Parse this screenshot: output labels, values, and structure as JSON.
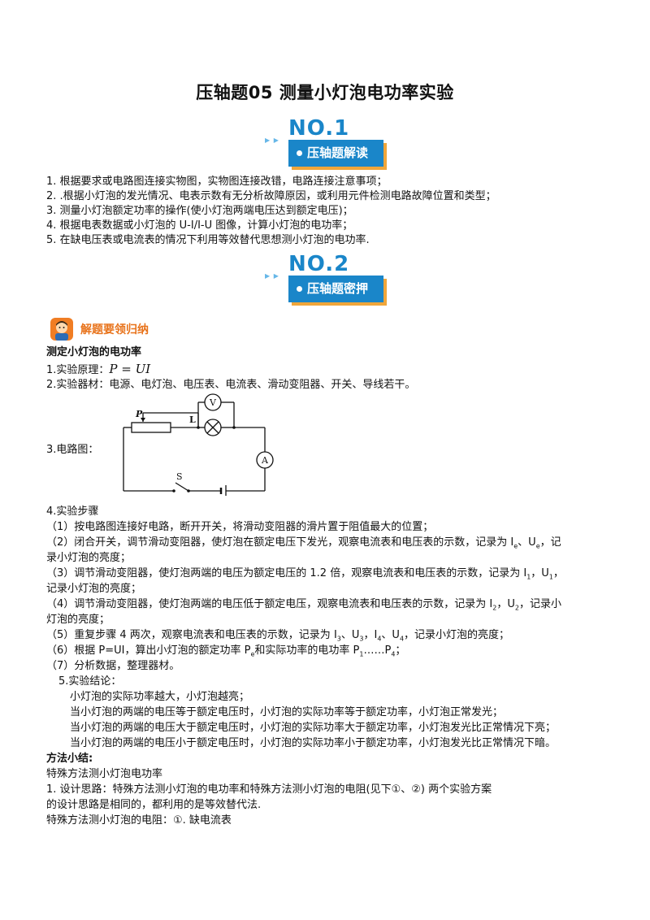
{
  "title": "压轴题05  测量小灯泡电功率实验",
  "badge1": {
    "no": "NO.1",
    "label": "压轴题解读"
  },
  "badge2": {
    "no": "NO.2",
    "label": "压轴题密押"
  },
  "arrows": "▶ ▶",
  "reading": [
    "1.   根据要求或电路图连接实物图，实物图连接改错，电路连接注意事项；",
    "2.   .根据小灯泡的发光情况、电表示数有无分析故障原因，或利用元件检测电路故障位置和类型；",
    "3.   测量小灯泡额定功率的操作(使小灯泡两端电压达到额定电压)；",
    "4.   根据电表数据或小灯泡的 U-I/I-U 图像，计算小灯泡的电功率；",
    "5.   在缺电压表或电流表的情况下利用等效替代思想测小灯泡的电功率."
  ],
  "section_label": "解题要领归纳",
  "subtitle": "测定小灯泡的电功率",
  "principle_label": "1.实验原理：",
  "principle_formula": "P = UI",
  "materials": "2.实验器材：电源、电灯泡、电压表、电流表、滑动变阻器、开关、导线若干。",
  "circuit_label": "3.电路图：",
  "circuit": {
    "p": "P",
    "l": "L",
    "v": "V",
    "a": "A",
    "s": "S"
  },
  "steps_title": "4.实验步骤",
  "steps": [
    "（1）按电路图连接好电路，断开开关，将滑动变阻器的滑片置于阻值最大的位置；",
    "（2）闭合开关，调节滑动变阻器，使灯泡在额定电压下发光，观察电流表和电压表的示数，记录为 I",
    "录小灯泡的亮度；",
    "（3）调节滑动变阻器，使灯泡两端的电压为额定电压的 1.2 倍，观察电流表和电压表的示数，记录为 I",
    "记录小灯泡的亮度；",
    "（4）调节滑动变阻器，使灯泡两端的电压低于额定电压，观察电流表和电压表的示数，记录为 I",
    "灯泡的亮度；",
    "（5）重复步骤 4 两次，观察电流表和电压表的示数，记录为 I",
    "（6）根据 P=UI，算出小灯泡的额定功率 P",
    "（7）分析数据，整理器材。"
  ],
  "step_tails": {
    "s2": "、U",
    "s2b": "，记",
    "s3": "，U",
    "s3b": "，",
    "s4": "，U",
    "s4b": "，记录小",
    "s5a": "、U",
    "s5b": "，I",
    "s5c": "、U",
    "s5d": "，记录小灯泡的亮度；",
    "s6a": "和实际功率的电功率 P",
    "s6b": "……P",
    "s6c": "；"
  },
  "subs": {
    "e": "e",
    "one": "1",
    "two": "2",
    "three": "3",
    "four": "4"
  },
  "conclusion_title": "5.实验结论：",
  "conclusions": [
    "小灯泡的实际功率越大，小灯泡越亮；",
    "当小灯泡的两端的电压等于额定电压时，小灯泡的实际功率等于额定功率，小灯泡正常发光；",
    "当小灯泡的两端的电压大于额定电压时，小灯泡的实际功率大于额定功率，小灯泡发光比正常情况下亮；",
    "当小灯泡的两端的电压小于额定电压时，小灯泡的实际功率小于额定功率，小灯泡发光比正常情况下暗。"
  ],
  "method_title": "方法小结:",
  "method_sub": "特殊方法测小灯泡电功率",
  "method_lines": [
    "1. 设计思路：特殊方法测小灯泡的电功率和特殊方法测小灯泡的电阻(见下①、②) 两个实验方案",
    "的设计思路是相同的，都利用的是等效替代法.",
    "特殊方法测小灯泡的电阻：①. 缺电流表"
  ]
}
